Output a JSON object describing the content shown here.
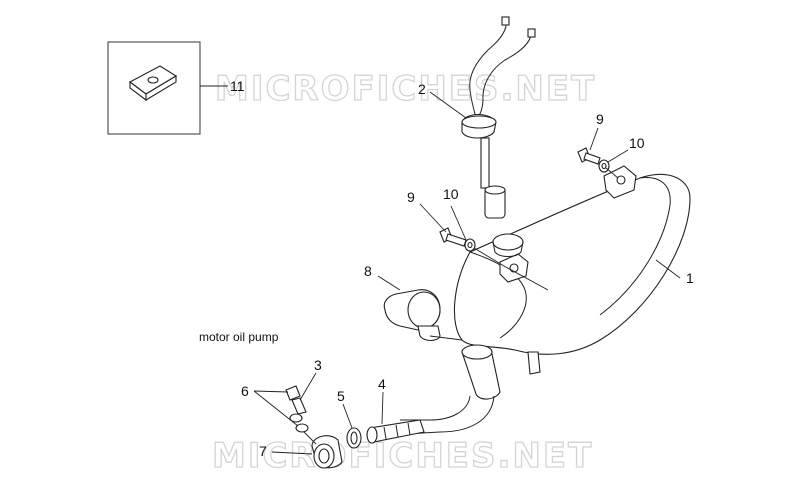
{
  "watermark": {
    "top": "MICROFICHES.NET",
    "bottom": "MICROFICHES.NET"
  },
  "callouts": {
    "c1": "1",
    "c2": "2",
    "c3": "3",
    "c4": "4",
    "c5": "5",
    "c6": "6",
    "c7": "7",
    "c8": "8",
    "c9a": "9",
    "c9b": "9",
    "c10a": "10",
    "c10b": "10",
    "c11": "11"
  },
  "note_motor_oil_pump": "motor oil pump"
}
